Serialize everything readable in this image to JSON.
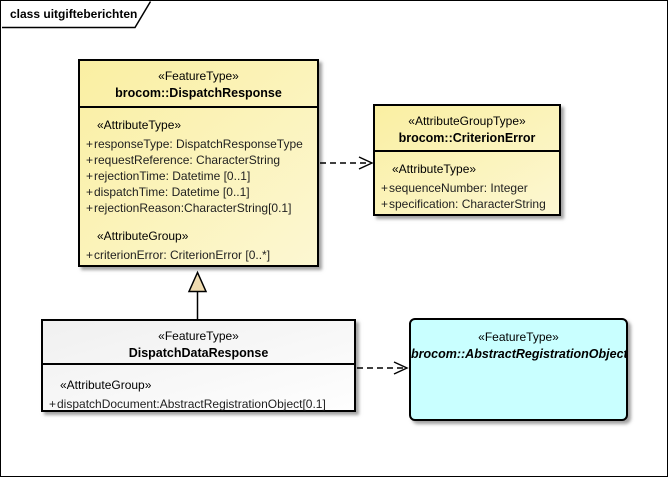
{
  "frame": {
    "label": "class uitgifteberichten"
  },
  "classes": [
    {
      "id": "DispatchResponse",
      "stereotype": "«FeatureType»",
      "name": "brocom::DispatchResponse",
      "abstract": false,
      "fill": "#FAEFA2",
      "compartments": [
        {
          "stereotype": "«AttributeType»",
          "attributes": [
            {
              "vis": "+",
              "text": "responseType: DispatchResponseType"
            },
            {
              "vis": "+",
              "text": "requestReference: CharacterString"
            },
            {
              "vis": "+",
              "text": "rejectionTime: Datetime [0..1]"
            },
            {
              "vis": "+",
              "text": "dispatchTime: Datetime [0..1]"
            },
            {
              "vis": "+",
              "text": "rejectionReason:CharacterString[0.1]"
            }
          ]
        },
        {
          "stereotype": "«AttributeGroup»",
          "attributes": [
            {
              "vis": "+",
              "text": "criterionError: CriterionError [0..*]"
            }
          ]
        }
      ]
    },
    {
      "id": "CriterionError",
      "stereotype": "«AttributeGroupType»",
      "name": "brocom::CriterionError",
      "abstract": false,
      "fill": "#FAEFA2",
      "compartments": [
        {
          "stereotype": "«AttributeType»",
          "attributes": [
            {
              "vis": "+",
              "text": "sequenceNumber: Integer"
            },
            {
              "vis": "+",
              "text": "specification: CharacterString"
            }
          ]
        }
      ]
    },
    {
      "id": "DispatchDataResponse",
      "stereotype": "«FeatureType»",
      "name": "DispatchDataResponse",
      "abstract": false,
      "fill": "#F0F0F0",
      "compartments": [
        {
          "stereotype": "«AttributeGroup»",
          "attributes": [
            {
              "vis": "+",
              "text": "dispatchDocument:AbstractRegistrationObject[0.1]"
            }
          ]
        }
      ]
    },
    {
      "id": "AbstractRegistrationObject",
      "stereotype": "«FeatureType»",
      "name": "brocom::AbstractRegistrationObject",
      "abstract": true,
      "fill": "#C9FFFF",
      "compartments": []
    }
  ],
  "connectors": [
    {
      "type": "dependency",
      "from": "DispatchResponse",
      "to": "CriterionError",
      "style": "dashed-open-arrow"
    },
    {
      "type": "generalization",
      "from": "DispatchDataResponse",
      "to": "DispatchResponse",
      "style": "solid-hollow-triangle"
    },
    {
      "type": "dependency",
      "from": "DispatchDataResponse",
      "to": "AbstractRegistrationObject",
      "style": "dashed-open-arrow"
    }
  ],
  "colors": {
    "yellow_fill_start": "#FAEFA2",
    "yellow_fill_end": "#FCF7D2",
    "white_fill_start": "#F0F0F0",
    "cyan_fill": "#C9FFFF",
    "triangle_fill": "#F0DCB0",
    "border": "#000000"
  }
}
